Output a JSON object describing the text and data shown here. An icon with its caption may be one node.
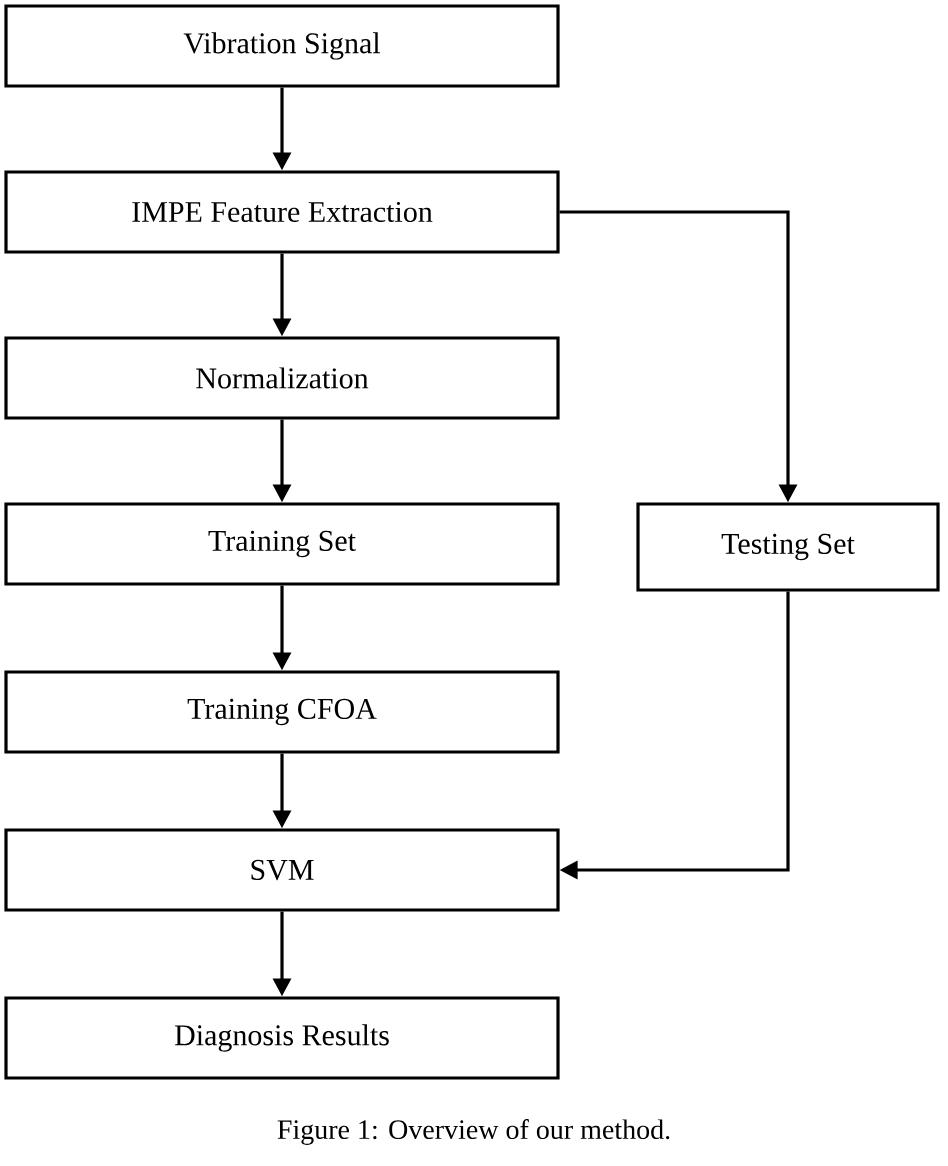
{
  "diagram": {
    "caption": "Figure 1: Overview of our method.",
    "nodes": [
      {
        "text": [
          "Vibration Signal"
        ]
      },
      {
        "text": [
          "IMPE Feature Extraction"
        ]
      },
      {
        "text": [
          "Normalization"
        ]
      },
      {
        "text": [
          "Training Set"
        ]
      },
      {
        "text": [
          "Training CFOA"
        ]
      },
      {
        "text": [
          "SVM"
        ]
      },
      {
        "text": [
          "Diagnosis Results"
        ]
      },
      {
        "text": [
          "Testing Set"
        ]
      }
    ],
    "edges": [
      {
        "from": 0,
        "to": 1,
        "arrow": "to"
      },
      {
        "from": 1,
        "to": 2,
        "arrow": "to"
      },
      {
        "from": 2,
        "to": 3,
        "arrow": "to"
      },
      {
        "from": 3,
        "to": 4,
        "arrow": "to"
      },
      {
        "from": 4,
        "to": 5,
        "arrow": "to"
      },
      {
        "from": 5,
        "to": 6,
        "arrow": "to"
      },
      {
        "from": 1,
        "to": 7,
        "arrow": "to"
      },
      {
        "from": 7,
        "to": 5,
        "arrow": "to"
      }
    ]
  }
}
